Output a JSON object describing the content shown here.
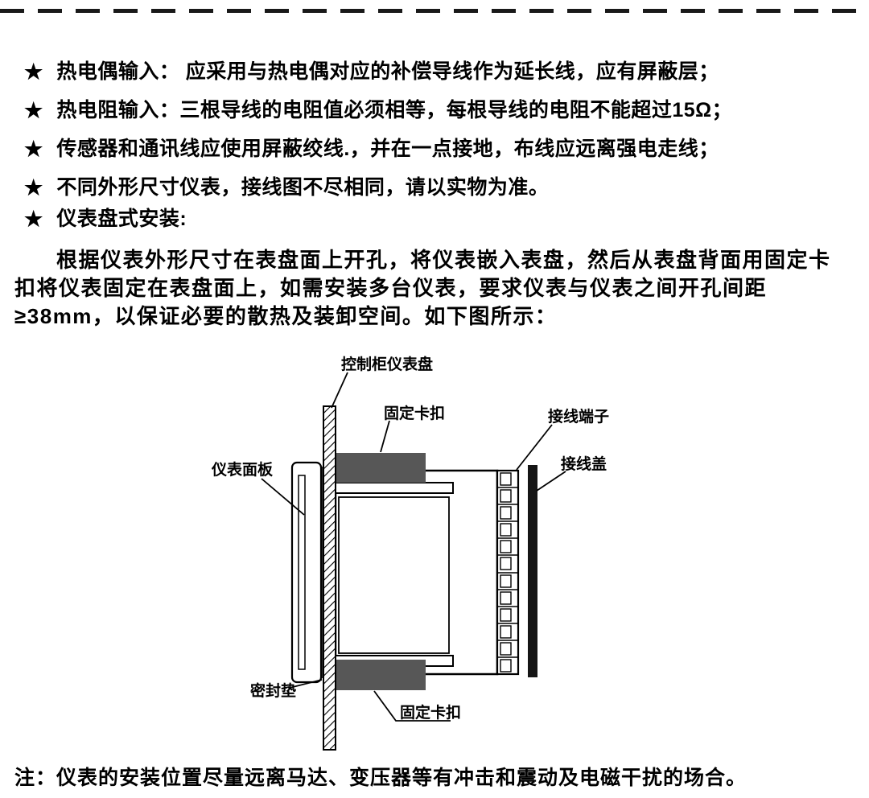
{
  "star": "★",
  "bullets": [
    {
      "text": "热电偶输入： 应采用与热电偶对应的补偿导线作为延长线，应有屏蔽层；"
    },
    {
      "text": "热电阻输入：三根导线的电阻值必须相等，每根导线的电阻不能超过15Ω；"
    },
    {
      "text": "传感器和通讯线应使用屏蔽绞线.，并在一点接地，布线应远离强电走线；"
    },
    {
      "text": "不同外形尺寸仪表，接线图不尽相同，请以实物为准。"
    },
    {
      "text": "仪表盘式安装:"
    }
  ],
  "paragraph": "根据仪表外形尺寸在表盘面上开孔，将仪表嵌入表盘，然后从表盘背面用固定卡扣将仪表固定在表盘面上，如需安装多台仪表，要求仪表与仪表之间开孔间距≥38mm，以保证必要的散热及装卸空间。如下图所示：",
  "diagram": {
    "labels": {
      "panel": "控制柜仪表盘",
      "clip_top": "固定卡扣",
      "terminal": "接线端子",
      "cover": "接线盖",
      "front_panel": "仪表面板",
      "gasket": "密封垫",
      "clip_bottom": "固定卡扣"
    },
    "colors": {
      "clip": "#575757",
      "cover": "#151515",
      "line": "#000000"
    }
  },
  "note": "注：仪表的安装位置尽量远离马达、变压器等有冲击和震动及电磁干扰的场合。"
}
